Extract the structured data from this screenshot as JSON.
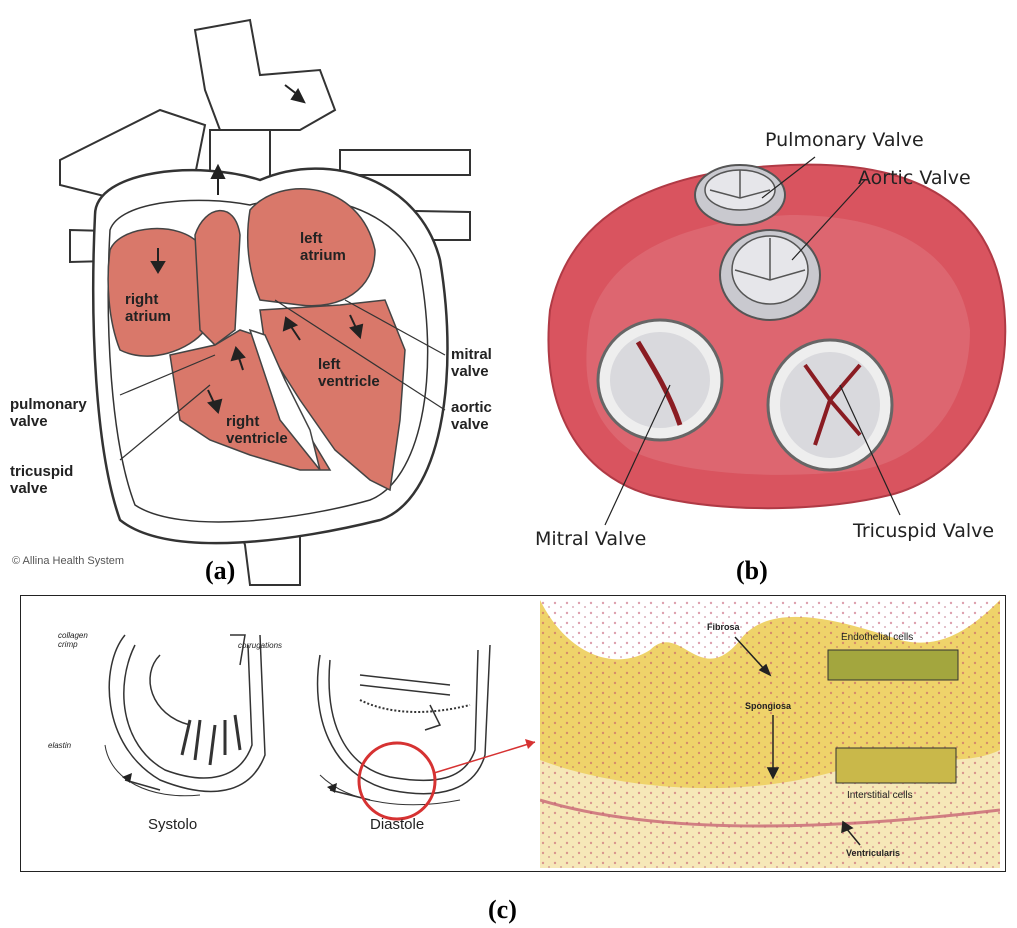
{
  "panel_a": {
    "labels": {
      "right_atrium": "right\natrium",
      "left_atrium": "left\natrium",
      "left_ventricle": "left\nventricle",
      "right_ventricle": "right\nventricle",
      "mitral_valve": "mitral\nvalve",
      "aortic_valve": "aortic\nvalve",
      "pulmonary_valve": "pulmonary\nvalve",
      "tricuspid_valve": "tricuspid\nvalve"
    },
    "copyright": "© Allina Health System",
    "caption": "(a)"
  },
  "panel_b": {
    "labels": {
      "pulmonary": "Pulmonary Valve",
      "aortic": "Aortic Valve",
      "mitral": "Mitral Valve",
      "tricuspid": "Tricuspid Valve"
    },
    "caption": "(b)"
  },
  "panel_c": {
    "schematic": {
      "collagen_crimp": "collagen\ncrimp",
      "corrugations": "corrugations",
      "elastin": "elastin",
      "systole": "Systolo",
      "diastole": "Diastole"
    },
    "histology": {
      "fibrosa": "Fibrosa",
      "spongiosa": "Spongiosa",
      "ventricularis": "Ventricularis",
      "endothelial": "Endothelial cells",
      "interstitial": "Interstitial cells"
    },
    "caption": "(c)"
  },
  "colors": {
    "heart_fill": "#d9786a",
    "valve_muscle": "#d9545f",
    "tissue": "#efd36a"
  }
}
